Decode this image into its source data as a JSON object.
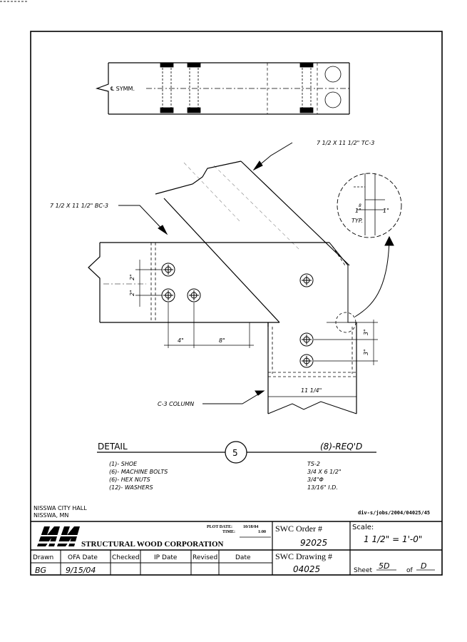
{
  "drawing": {
    "section_label": "℄ SYMM.",
    "callout_tc": "7 1/2 X 11 1/2\" TC-3",
    "callout_bc": "7 1/2 X 11 1/2\" BC-3",
    "callout_column": "C-3 COLUMN",
    "detail_gap_1": "1\"",
    "detail_gap_2": "1\"",
    "detail_typ": "8",
    "detail_typ_word": "TYP.",
    "dim_2a": "2\"",
    "dim_2b": "2\"",
    "dim_4": "4\"",
    "dim_8": "8\"",
    "dim_3a": "3\"",
    "dim_3b": "3\"",
    "dim_width": "11 1/4\""
  },
  "detail": {
    "title": "DETAIL",
    "number": "5",
    "required": "(8)-REQ'D",
    "materials_left": [
      "(1)- SHOE",
      "(6)- MACHINE BOLTS",
      "(6)- HEX NUTS",
      "(12)- WASHERS"
    ],
    "materials_right": [
      "TS-2",
      "3/4 X 6 1/2\"",
      "3/4\"Φ",
      "13/16\" I.D."
    ]
  },
  "project": {
    "name": "NISSWA CITY HALL",
    "location": "NISSWA, MN",
    "file_path": "div-s/jobs/2004/04025/45"
  },
  "title_block": {
    "company": "STRUCTURAL WOOD CORPORATION",
    "plot_date_label": "PLOT DATE:",
    "plot_date": "10/18/04",
    "time_label": "TIME:",
    "time": "1:00",
    "order_label": "SWC Order #",
    "order_number": "92025",
    "scale_label": "Scale:",
    "scale": "1 1/2\" = 1'-0\"",
    "drawing_label": "SWC Drawing #",
    "drawing_number": "04025",
    "sheet_label": "Sheet",
    "sheet": "5D",
    "of_label": "of",
    "of": "D",
    "headers": [
      "Drawn",
      "OFA Date",
      "Checked",
      "IP Date",
      "Revised",
      "Date"
    ],
    "values": [
      "BG",
      "9/15/04",
      "",
      "",
      "",
      ""
    ]
  }
}
